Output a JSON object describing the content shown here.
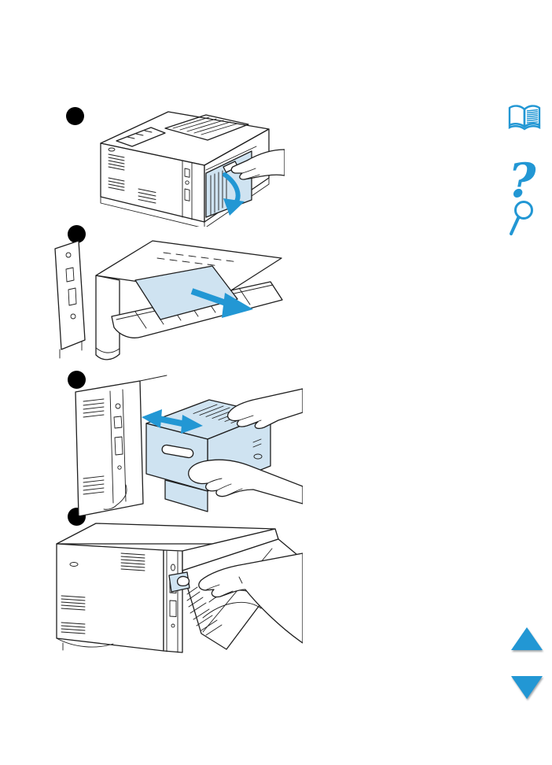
{
  "page": {
    "description": "printer manual page with four illustrated steps",
    "background": "#ffffff"
  },
  "colors": {
    "accent_blue": "#2297d4",
    "shade_blue": "#cfe3f1",
    "line": "#1f1f1f",
    "marker_black": "#000000"
  },
  "steps": [
    {
      "marker": "step-1-dot",
      "illustration": "printer-rear-output-door-opened-by-hand-with-blue-down-arrow"
    },
    {
      "marker": "step-2-dot",
      "illustration": "paper-sheet-removed-from-open-rear-tray-with-blue-right-arrow"
    },
    {
      "marker": "step-3-dot",
      "illustration": "duplexer-unit-slid-out-by-two-hands-with-blue-double-arrow"
    },
    {
      "marker": "step-4-dot",
      "illustration": "hand-removing-paper-from-tray-slot"
    }
  ],
  "nav": {
    "book": "book-icon",
    "help": "question-mark-icon",
    "search": "magnifier-icon",
    "page_up": "up-arrow-icon",
    "page_down": "down-arrow-icon"
  },
  "glyphs": {
    "question_mark": "?"
  }
}
